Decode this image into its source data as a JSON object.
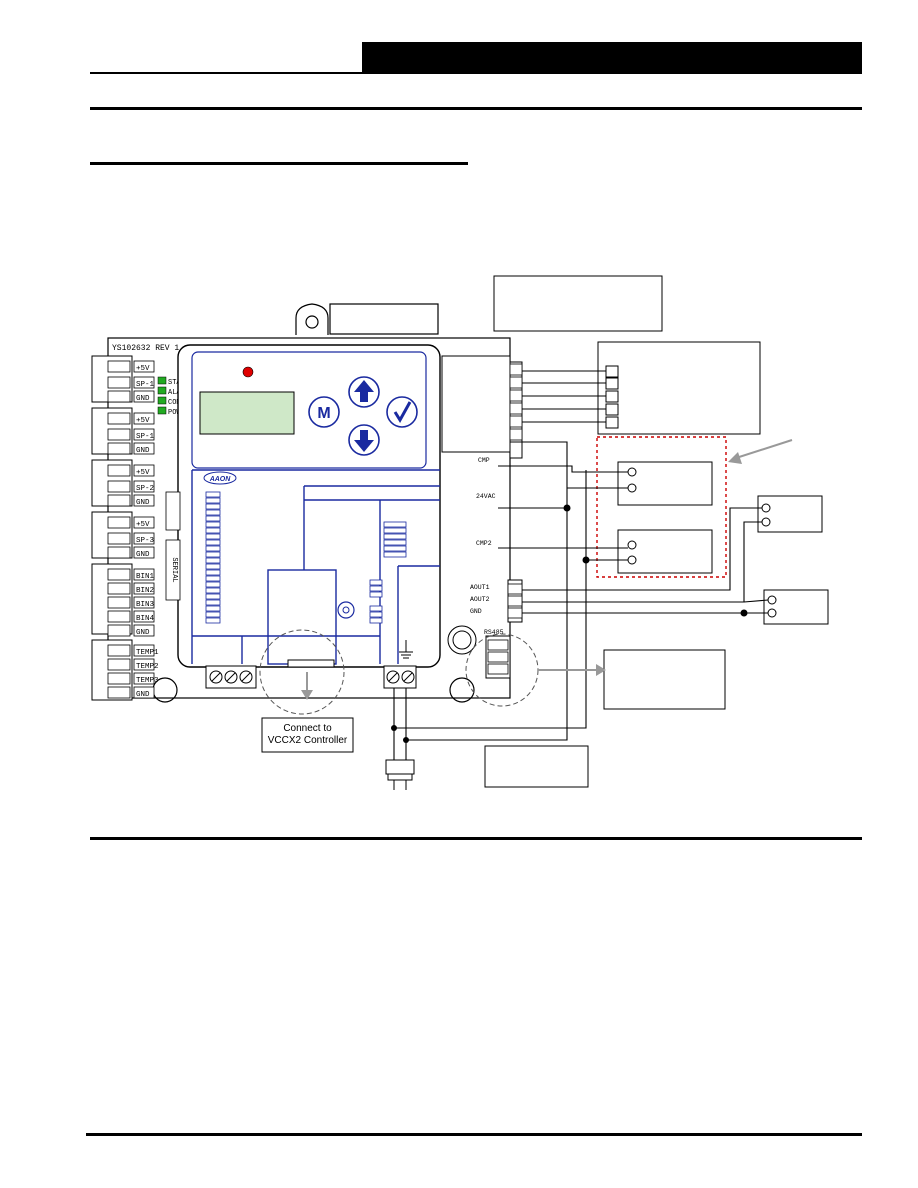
{
  "page": {
    "header_title": "",
    "page_number": ""
  },
  "board": {
    "rev_label": "YS102632 REV 1",
    "brand_logo_text": "AAON",
    "serial_label": "SERIAL",
    "left_terminals": [
      "+5V",
      "SP-1",
      "GND",
      "+5V",
      "SP-1",
      "GND",
      "+5V",
      "SP-2",
      "GND",
      "+5V",
      "SP-3",
      "GND",
      "BIN1",
      "BIN2",
      "BIN3",
      "BIN4",
      "GND",
      "TEMP1",
      "TEMP2",
      "TEMP3",
      "GND"
    ],
    "status_leds": [
      "STAT",
      "ALARM",
      "COMM",
      "POWER"
    ],
    "right_labels": [
      "24VAC",
      "CMP",
      "CMP2",
      "AOUT1",
      "AOUT2",
      "GND",
      "RS485"
    ],
    "keypad": {
      "mode_key": "M",
      "up_key": "up-arrow",
      "down_key": "down-arrow",
      "enter_key": "check"
    }
  },
  "callout": {
    "connect_line1": "Connect to",
    "connect_line2": "VCCX2 Controller"
  },
  "colors": {
    "board_blue": "#1a2aa0",
    "led_green": "#22aa22",
    "status_red": "#e00000",
    "lcd_green": "#cfe8c8",
    "dashed_red": "#cc0000",
    "arrow_gray": "#999999"
  }
}
